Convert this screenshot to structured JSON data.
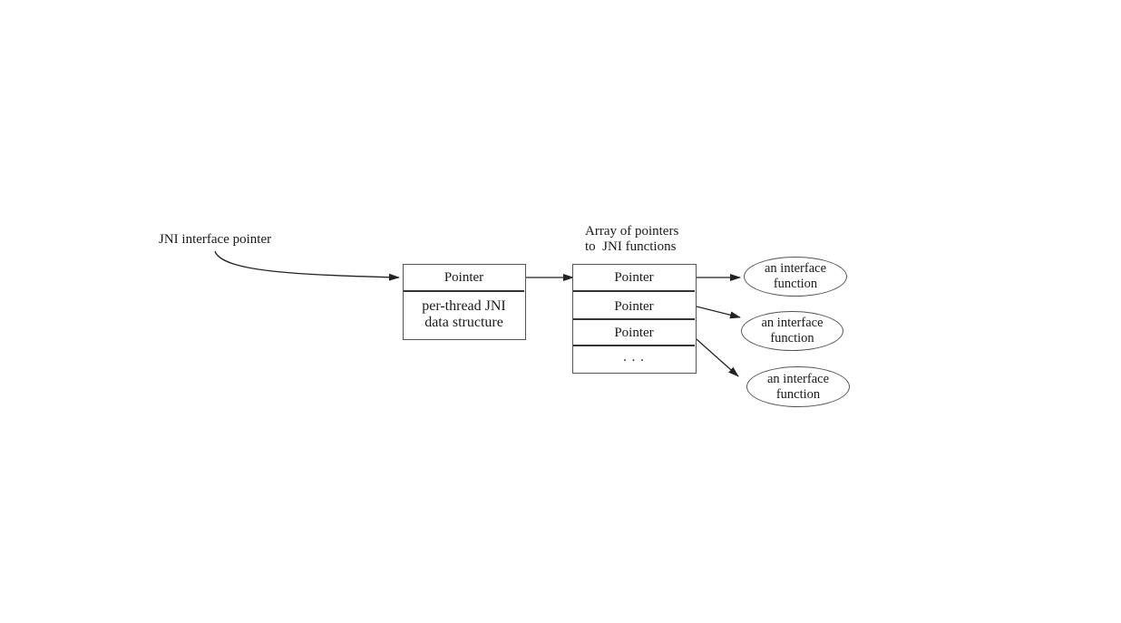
{
  "labels": {
    "jni_interface_pointer": "JNI interface pointer",
    "array_title_line1": "Array of pointers",
    "array_title_line2": "to  JNI functions"
  },
  "per_thread": {
    "pointer": "Pointer",
    "desc_line1": "per-thread JNI",
    "desc_line2": "data structure"
  },
  "array": {
    "rows": [
      "Pointer",
      "Pointer",
      "Pointer"
    ],
    "ellipsis": ". . ."
  },
  "functions": [
    {
      "line1": "an interface",
      "line2": "function"
    },
    {
      "line1": "an interface",
      "line2": "function"
    },
    {
      "line1": "an interface",
      "line2": "function"
    }
  ]
}
